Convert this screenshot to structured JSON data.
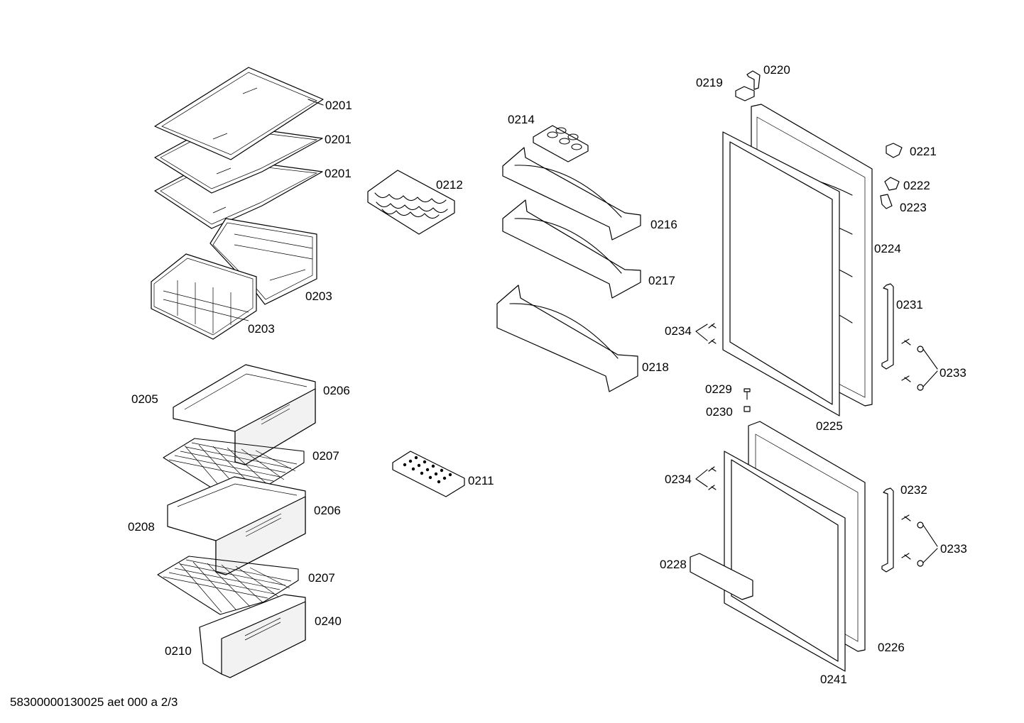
{
  "labels": {
    "p0201a": "0201",
    "p0201b": "0201",
    "p0201c": "0201",
    "p0203a": "0203",
    "p0203b": "0203",
    "p0205": "0205",
    "p0206a": "0206",
    "p0206b": "0206",
    "p0207a": "0207",
    "p0207b": "0207",
    "p0208": "0208",
    "p0210": "0210",
    "p0211": "0211",
    "p0212": "0212",
    "p0214": "0214",
    "p0216": "0216",
    "p0217": "0217",
    "p0218": "0218",
    "p0219": "0219",
    "p0220": "0220",
    "p0221": "0221",
    "p0222": "0222",
    "p0223": "0223",
    "p0224": "0224",
    "p0225": "0225",
    "p0226": "0226",
    "p0228": "0228",
    "p0229": "0229",
    "p0230": "0230",
    "p0231": "0231",
    "p0232": "0232",
    "p0233a": "0233",
    "p0233b": "0233",
    "p0234a": "0234",
    "p0234b": "0234",
    "p0240": "0240",
    "p0241": "0241"
  },
  "footer": "58300000130025 aet 000 a 2/3"
}
